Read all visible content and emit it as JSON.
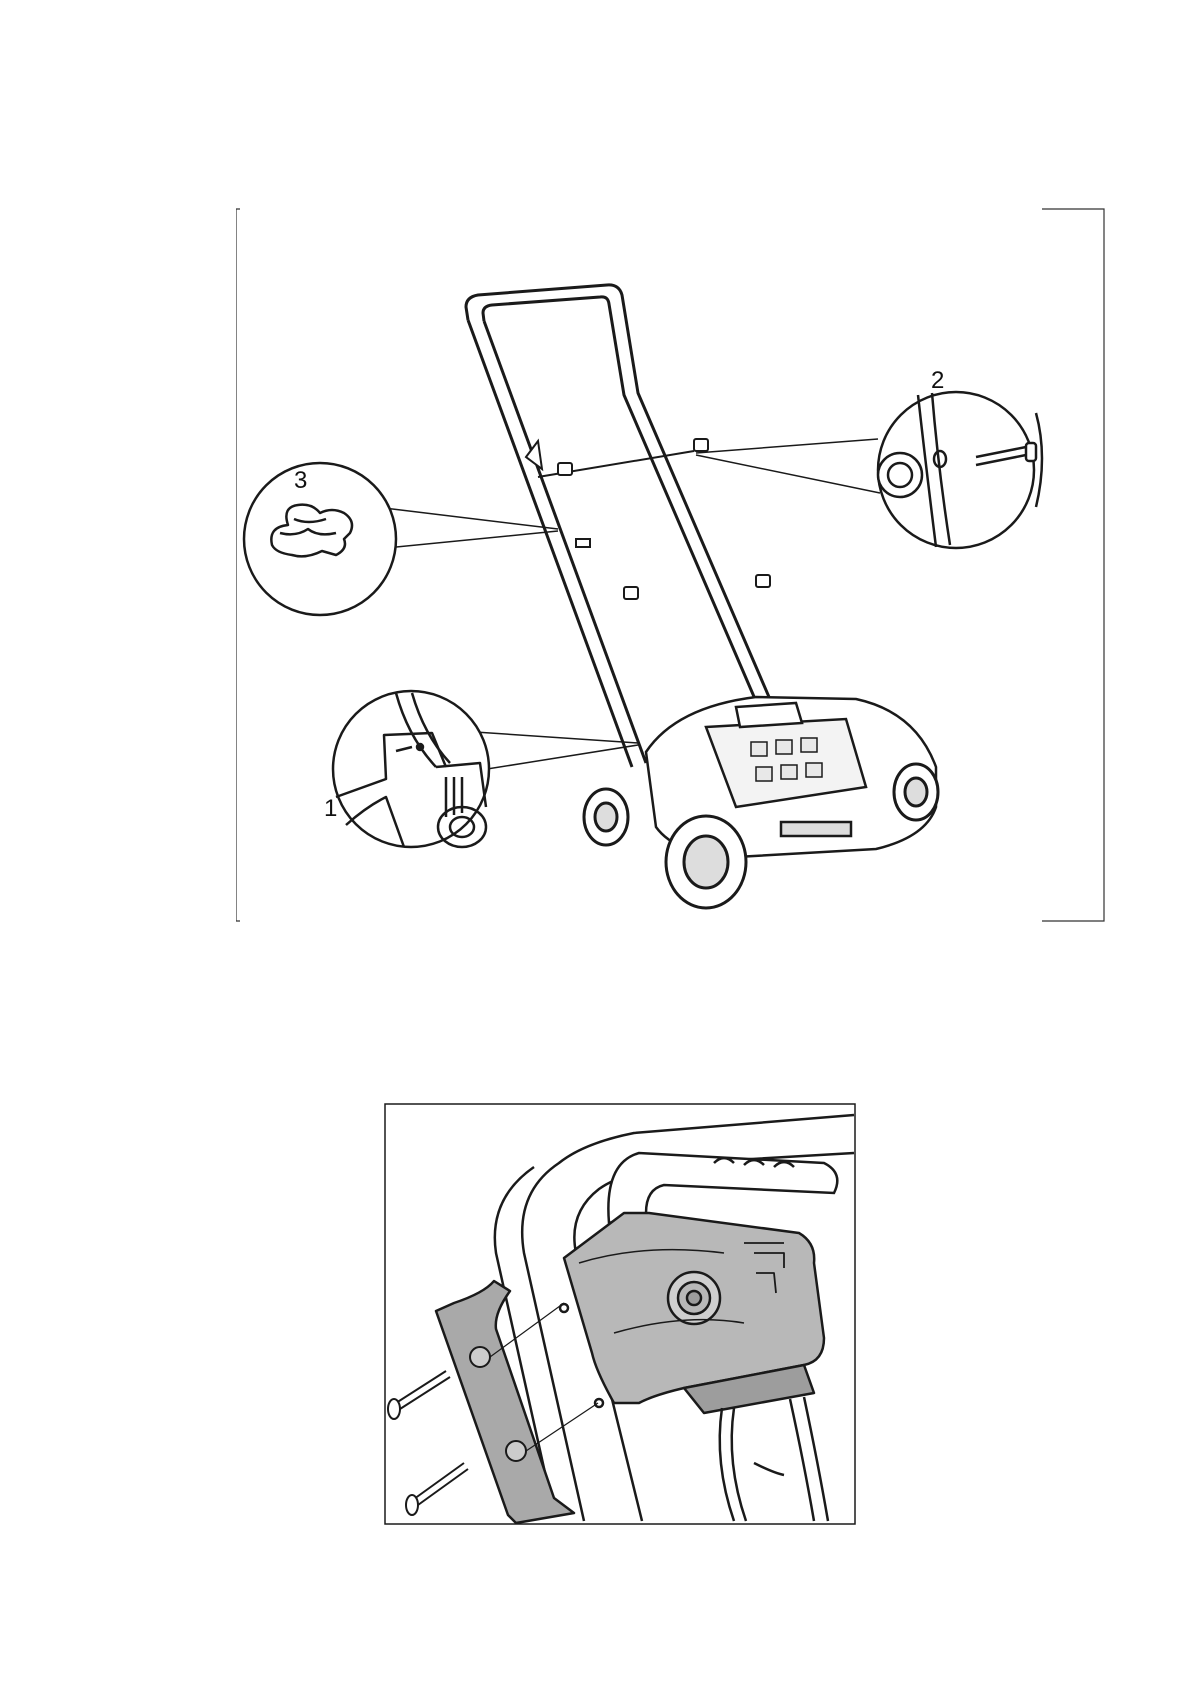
{
  "figure1": {
    "callouts": [
      {
        "id": "1",
        "label": "1",
        "part": "rear-flap-screw-detail"
      },
      {
        "id": "2",
        "label": "2",
        "part": "handle-knob-bolt-detail"
      },
      {
        "id": "3",
        "label": "3",
        "part": "cable-clip-detail"
      }
    ],
    "icons": [
      "lawn-mower-illustration",
      "screw-detail-icon",
      "knob-bolt-icon",
      "cable-clip-icon"
    ]
  },
  "figure2": {
    "icons": [
      "switch-box-illustration",
      "screw-icon",
      "cover-plate-icon"
    ],
    "colors": {
      "housing": "#b8b8b8",
      "cover": "#a9a9a9",
      "line": "#1a1a1a"
    }
  }
}
